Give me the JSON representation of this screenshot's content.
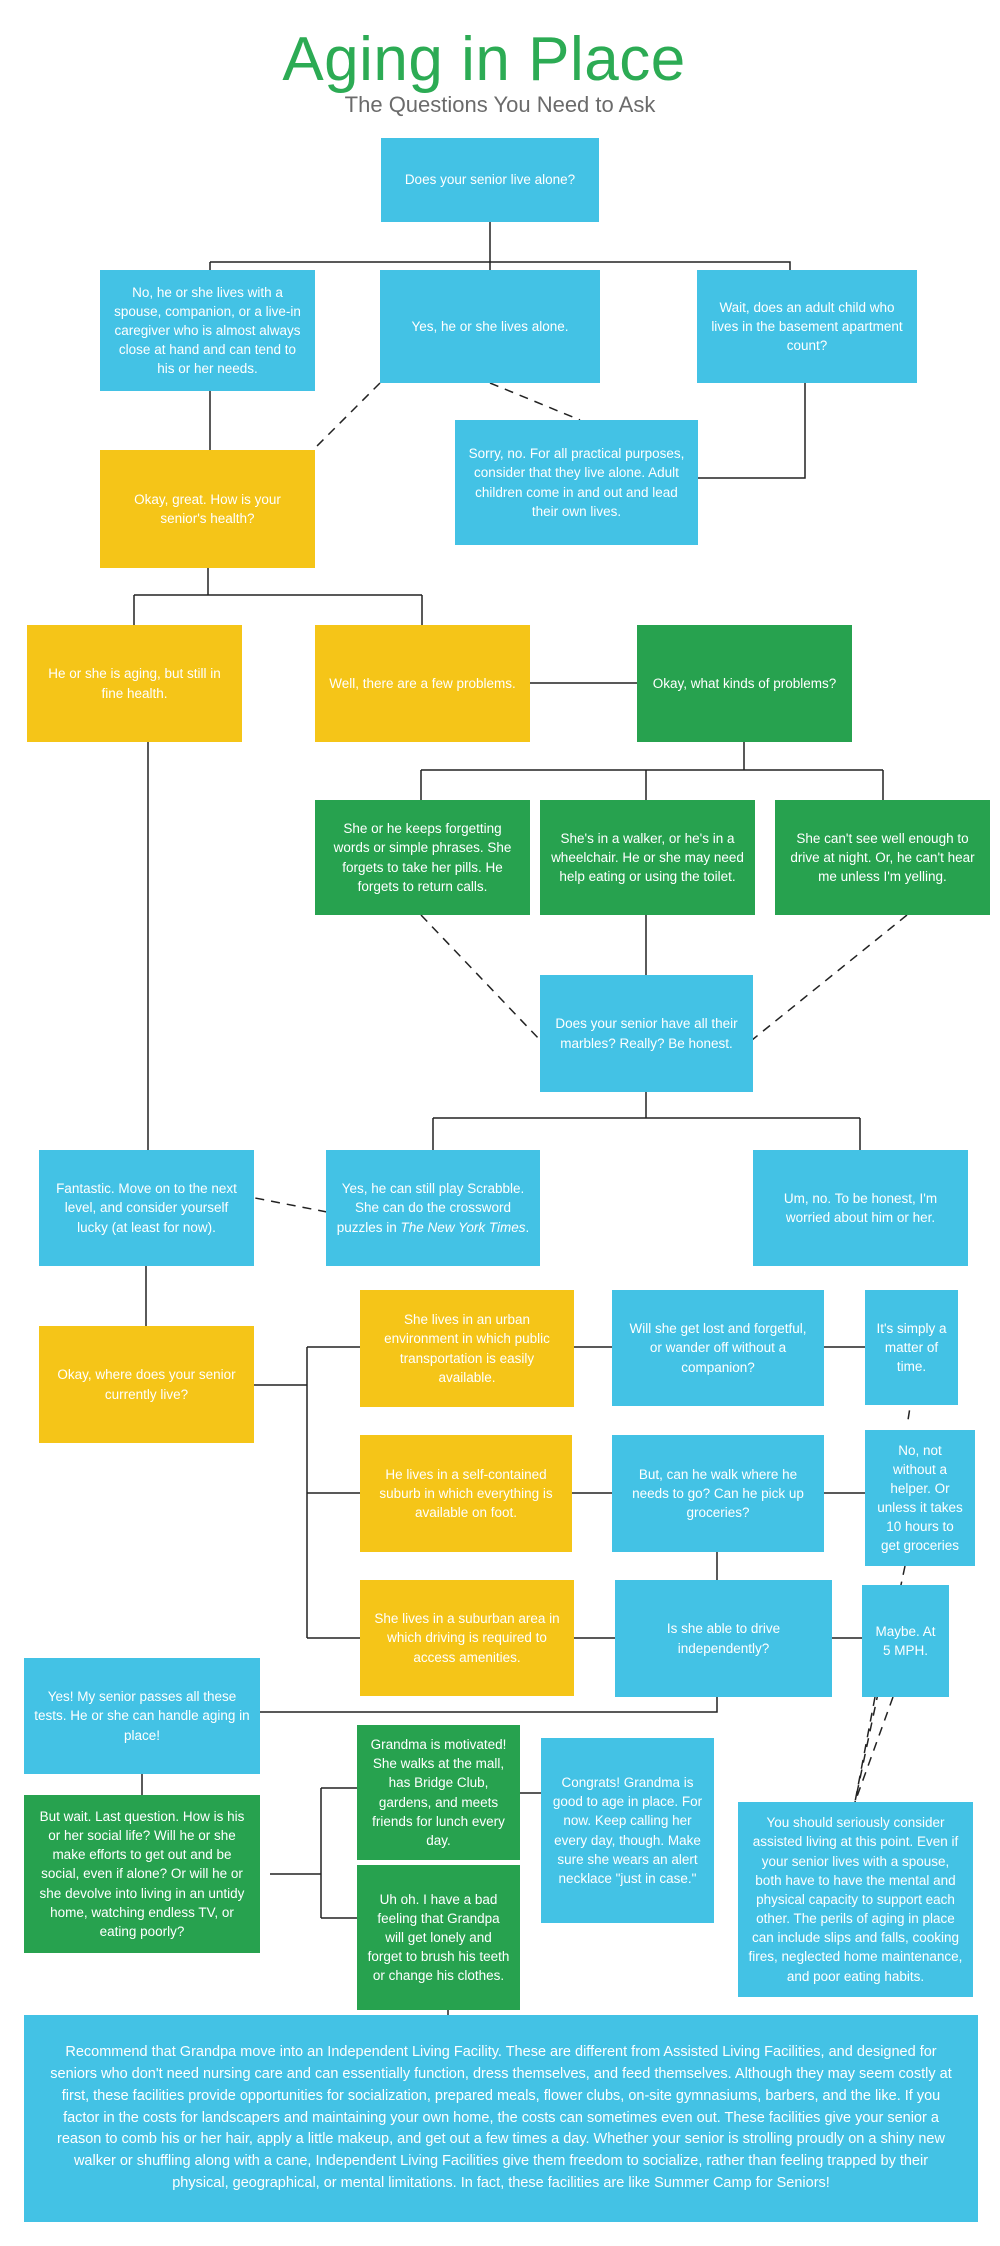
{
  "header": {
    "title": "Aging in Place",
    "subtitle": "The Questions You Need to Ask"
  },
  "colors": {
    "blue": "#43c2e5",
    "yellow": "#f5c518",
    "green": "#27a24f",
    "title_green": "#2cab54",
    "line": "#222222"
  },
  "nodes": {
    "live_alone_q": "Does your senior live alone?",
    "no_lives_with": "No, he or she lives with a spouse, companion, or a live-in caregiver who is almost always close at hand and can tend to his or her needs.",
    "yes_lives_alone": "Yes, he or she lives alone.",
    "adult_child_q": "Wait, does an adult child who lives in the basement apartment count?",
    "sorry_no": "Sorry, no. For all practical purposes, consider that they live alone. Adult children come in and out and lead their own lives.",
    "health_q": "Okay, great. How is your senior's health?",
    "fine_health": "He or she is aging, but still in fine health.",
    "few_problems": "Well, there are a few problems.",
    "what_problems": "Okay, what kinds of problems?",
    "forgetting": "She or he keeps forgetting words or simple phrases. She forgets to take her pills. He forgets to return calls.",
    "walker": "She's in a walker, or he's in a wheelchair. He or she may need help eating or using the toilet.",
    "cant_see": "She can't see well enough to drive at night. Or, he can't hear me unless I'm yelling.",
    "marbles_q": "Does your senior have all their marbles?  Really? Be honest.",
    "fantastic": "Fantastic. Move on to the next level, and consider yourself lucky (at least for now).",
    "scrabble_pre": "Yes, he can still play Scrabble. She can do the crossword puzzles in ",
    "scrabble_em": "The New York Times",
    "scrabble_post": ".",
    "worried": "Um, no. To be honest, I'm worried about him or her.",
    "where_live_q": "Okay, where does your senior currently live?",
    "urban": "She lives in an urban environment in which public transportation is easily available.",
    "suburb_foot": "He lives in a self-contained suburb in which everything is available on foot.",
    "suburban_drive": "She lives in a suburban area in which driving is required to access amenities.",
    "lost_q": "Will she get lost and forgetful, or wander off without a companion?",
    "walk_q": "But, can he walk where he needs to go? Can he pick up groceries?",
    "drive_q": "Is she able to drive independently?",
    "matter_of_time": "It's simply a matter of time.",
    "not_without_helper": "No, not without a helper. Or unless it takes 10 hours to get groceries",
    "maybe_5mph": "Maybe. At 5 MPH.",
    "passes_tests": "Yes! My senior passes all these tests. He or she can handle aging in place!",
    "social_q": "But wait. Last question. How is his or her social life? Will he or she make efforts to get out and be social, even if alone? Or will he or she devolve into living in an untidy home, watching endless TV, or eating poorly?",
    "grandma_motivated": "Grandma is motivated! She walks at the mall, has Bridge Club, gardens, and meets friends for lunch every day.",
    "grandpa_lonely": "Uh oh. I have a bad feeling that Grandpa will get lonely and forget to brush his teeth or change his clothes.",
    "congrats": "Congrats! Grandma is good to age in place. For now. Keep calling her every day, though. Make sure she wears an alert necklace \"just in case.\"",
    "assisted": "You should seriously consider assisted living at this point. Even if your senior lives with a spouse, both have to have the mental and physical capacity to support each other. The perils of aging in place can include slips and falls, cooking fires, neglected home maintenance, and poor eating habits.",
    "independent_living": "Recommend that Grandpa move into an Independent Living Facility. These are different from Assisted Living Facilities, and designed for seniors who don't need nursing care and can essentially function, dress themselves, and feed themselves.  Although they may seem costly at first, these facilities provide opportunities for socialization, prepared meals, flower clubs, on-site gymnasiums, barbers, and the like. If you factor in the costs for landscapers and maintaining your own home, the costs can sometimes even out. These facilities give your senior a reason to comb his or her hair, apply a little makeup, and get out a few times a day. Whether your senior is strolling proudly on a shiny new walker or shuffling along with a cane, Independent Living Facilities give them freedom to socialize, rather than feeling trapped by their physical, geographical, or mental limitations. In fact, these facilities are like Summer Camp for Seniors!"
  }
}
